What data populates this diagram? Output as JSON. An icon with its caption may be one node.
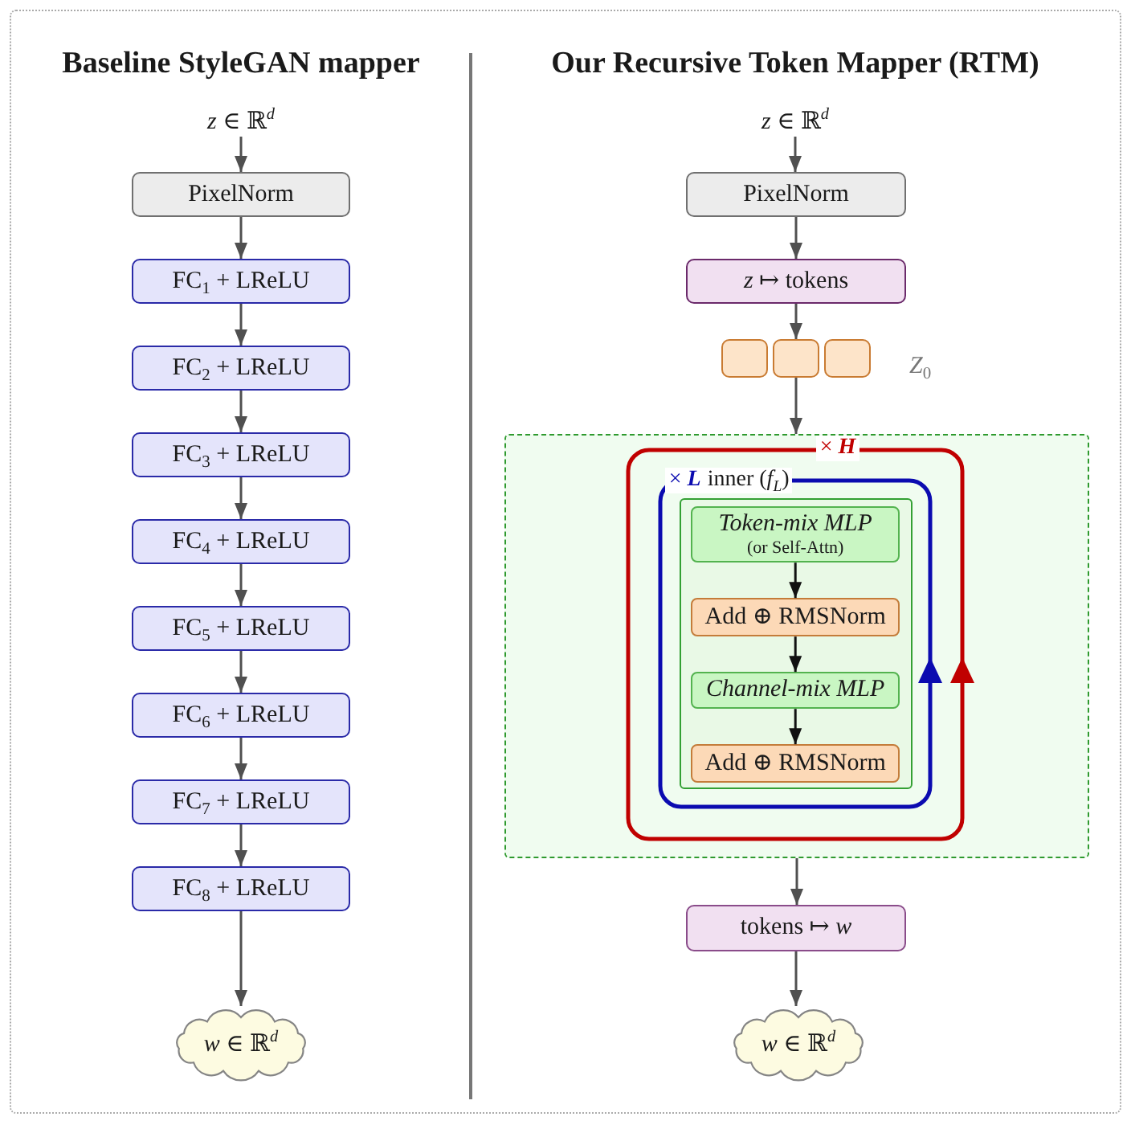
{
  "diagram": {
    "nodes": [
      {
        "text": [
          "*z* ∈ ℝ$^{d}$"
        ]
      },
      {
        "text": [
          "PixelNorm"
        ]
      },
      {
        "text": [
          "FC$_{1}$ + LReLU"
        ]
      },
      {
        "text": [
          "FC$_{2}$ + LReLU"
        ]
      },
      {
        "text": [
          "FC$_{3}$ + LReLU"
        ]
      },
      {
        "text": [
          "FC$_{4}$ + LReLU"
        ]
      },
      {
        "text": [
          "FC$_{5}$ + LReLU"
        ]
      },
      {
        "text": [
          "FC$_{6}$ + LReLU"
        ]
      },
      {
        "text": [
          "FC$_{7}$ + LReLU"
        ]
      },
      {
        "text": [
          "FC$_{8}$ + LReLU"
        ]
      },
      {
        "text": [
          "*w* ∈ ℝ$^{d}$"
        ]
      },
      {
        "text": [
          "*z* ∈ ℝ$^{d}$"
        ]
      },
      {
        "text": [
          "PixelNorm"
        ]
      },
      {
        "text": [
          "*z* ↦ tokens"
        ]
      },
      {
        "text": [],
        "shape": "box"
      },
      {
        "text": [],
        "shape": "box"
      },
      {
        "text": [],
        "shape": "box"
      },
      {
        "text": [],
        "shape": "box"
      },
      {
        "text": [
          "× *H*"
        ],
        "in": 17
      },
      {
        "text": [
          "× *L*",
          "inner (*f*$_{L}$)"
        ],
        "in": 18
      },
      {
        "text": [],
        "shape": "box",
        "in": 19
      },
      {
        "text": [
          "Token-mix MLP",
          "(or Self-Attn)"
        ],
        "in": 20
      },
      {
        "text": [
          "Add ⊕ RMSNorm"
        ],
        "in": 20
      },
      {
        "text": [
          "Channel-mix MLP"
        ],
        "in": 20
      },
      {
        "text": [
          "Add ⊕ RMSNorm"
        ],
        "in": 20
      },
      {
        "text": [
          "tokens ↦ *w*"
        ]
      },
      {
        "text": [
          "*w* ∈ ℝ$^{d}$"
        ]
      }
    ],
    "edges": [
      {
        "from": 0,
        "to": 1,
        "arrow": "to"
      },
      {
        "from": 1,
        "to": 2,
        "arrow": "to"
      },
      {
        "from": 2,
        "to": 3,
        "arrow": "to"
      },
      {
        "from": 3,
        "to": 4,
        "arrow": "to"
      },
      {
        "from": 4,
        "to": 5,
        "arrow": "to"
      },
      {
        "from": 5,
        "to": 6,
        "arrow": "to"
      },
      {
        "from": 6,
        "to": 7,
        "arrow": "to"
      },
      {
        "from": 7,
        "to": 8,
        "arrow": "to"
      },
      {
        "from": 8,
        "to": 9,
        "arrow": "to"
      },
      {
        "from": 9,
        "to": 10,
        "arrow": "to"
      },
      {
        "from": 11,
        "to": 12,
        "arrow": "to"
      },
      {
        "from": 12,
        "to": 13,
        "arrow": "to"
      },
      {
        "from": 13,
        "to": 15,
        "arrow": "to"
      },
      {
        "from": 15,
        "to": 17,
        "arrow": "to"
      },
      {
        "from": 21,
        "to": 22,
        "arrow": "to",
        "color": "#111111"
      },
      {
        "from": 22,
        "to": 23,
        "arrow": "to",
        "color": "#111111"
      },
      {
        "from": 23,
        "to": 24,
        "arrow": "to",
        "color": "#111111"
      },
      {
        "from": 17,
        "to": 25,
        "arrow": "to"
      },
      {
        "from": 25,
        "to": 26,
        "arrow": "to"
      }
    ],
    "labels": [
      "Baseline StyleGAN mapper",
      "Our Recursive Token Mapper (RTM)",
      "*Z*$_{0}$"
    ]
  }
}
